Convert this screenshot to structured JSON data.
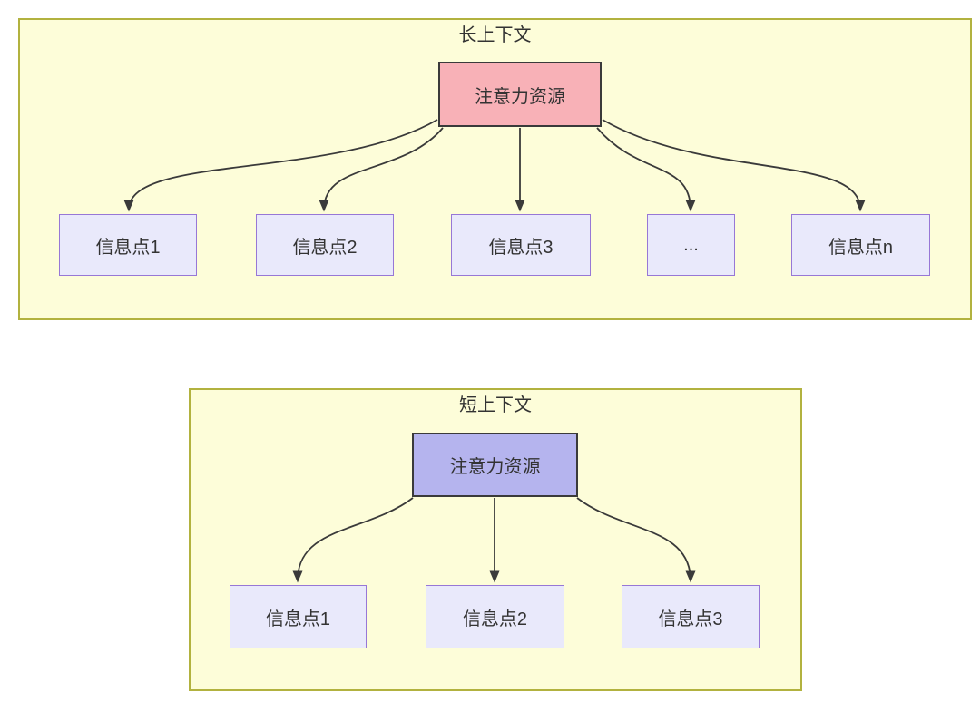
{
  "diagram": {
    "type": "attention-allocation-comparison",
    "colors": {
      "frame_fill": "#fdfdd9",
      "frame_border": "#b2b23f",
      "root_long_fill": "#f8b1b7",
      "root_short_fill": "#b5b4ee",
      "root_border": "#3a3a3a",
      "child_fill": "#e9e9fb",
      "child_border": "#9777d6",
      "line": "#3a3a3a",
      "text": "#333333"
    },
    "long_context": {
      "title": "长上下文",
      "root": "注意力资源",
      "children": [
        "信息点1",
        "信息点2",
        "信息点3",
        "...",
        "信息点n"
      ]
    },
    "short_context": {
      "title": "短上下文",
      "root": "注意力资源",
      "children": [
        "信息点1",
        "信息点2",
        "信息点3"
      ]
    }
  }
}
